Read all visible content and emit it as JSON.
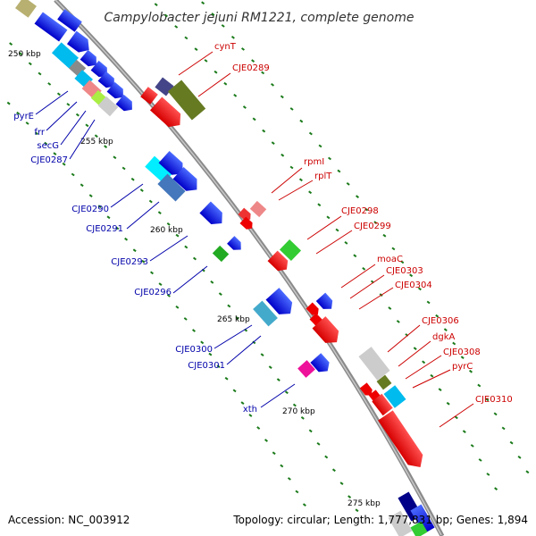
{
  "title": "Campylobacter jejuni RM1221, complete genome",
  "accession": "Accession: NC_003912",
  "topology": "Topology: circular; Length: 1,777,831 bp; Genes: 1,894",
  "ticks": [
    {
      "label": "250 kbp",
      "kbp": 250
    },
    {
      "label": "255 kbp",
      "kbp": 255
    },
    {
      "label": "260 kbp",
      "kbp": 260
    },
    {
      "label": "265 kbp",
      "kbp": 265
    },
    {
      "label": "270 kbp",
      "kbp": 270
    },
    {
      "label": "275 kbp",
      "kbp": 275
    }
  ],
  "colors": {
    "backbone": "#8a8a8a",
    "forward_label": "#cc0000",
    "reverse_label": "#0000aa",
    "dots": "#1a7a1a"
  },
  "forward_labels": [
    "cynT",
    "CJE0289",
    "rpmI",
    "rplT",
    "CJE0298",
    "CJE0299",
    "moaC",
    "CJE0303",
    "CJE0304",
    "CJE0306",
    "dgkA",
    "CJE0308",
    "pyrC",
    "CJE0310"
  ],
  "reverse_labels": [
    "pyrE",
    "frr",
    "secG",
    "CJE0287",
    "CJE0290",
    "CJE0291",
    "CJE0293",
    "CJE0296",
    "CJE0300",
    "CJE0301",
    "xth"
  ]
}
